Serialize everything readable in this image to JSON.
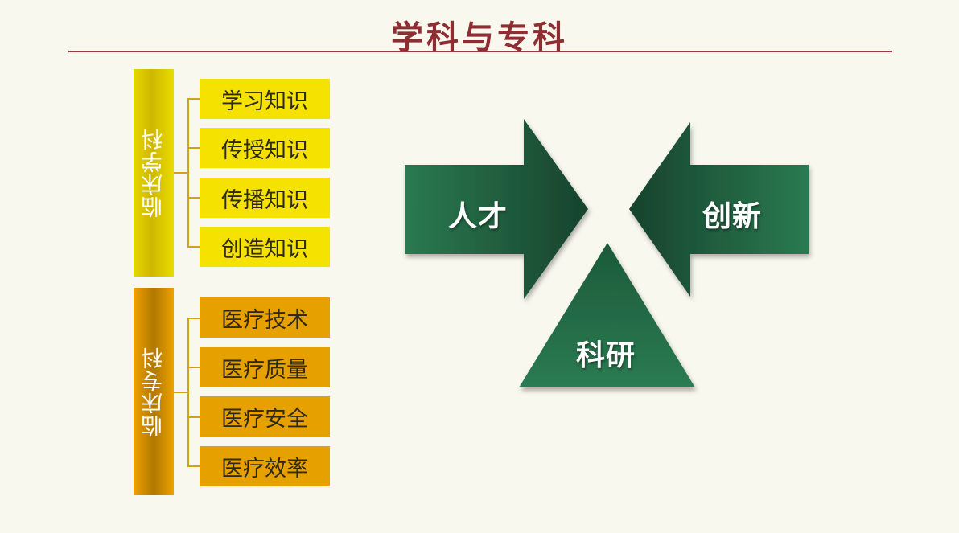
{
  "title": "学科与专科",
  "discipline": {
    "label": "临床学科",
    "items": [
      "学习知识",
      "传授知识",
      "传播知识",
      "创造知识"
    ]
  },
  "specialty": {
    "label": "临床专科",
    "items": [
      "医疗技术",
      "医疗质量",
      "医疗安全",
      "医疗效率"
    ]
  },
  "triad": {
    "talent": "人才",
    "innovation": "创新",
    "research": "科研"
  },
  "colors": {
    "title": "#8e2e33",
    "yellow": "#f6e200",
    "orange": "#e6a000",
    "green_dark": "#1a4a30",
    "green_light": "#2b7a52"
  }
}
